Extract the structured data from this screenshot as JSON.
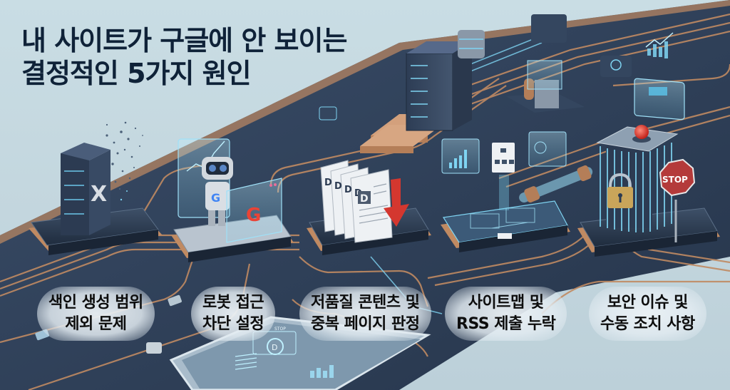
{
  "title": {
    "line1": "내 사이트가 구글에 안 보이는",
    "line2": "결정적인 5가지 원인"
  },
  "causes": [
    {
      "line1": "색인 생성 범위",
      "line2": "제외 문제",
      "icon": "server-with-x-icon",
      "glyph": "X"
    },
    {
      "line1": "로봇 접근",
      "line2": "차단 설정",
      "icon": "robot-with-google-panel-icon",
      "glyph": "G"
    },
    {
      "line1": "저품질 콘텐츠 및",
      "line2": "중복 페이지 판정",
      "icon": "duplicate-documents-down-arrow-icon",
      "glyph": "D"
    },
    {
      "line1": "사이트맵 및",
      "line2": "RSS 제출 누락",
      "icon": "sitemap-document-icon",
      "glyph": ""
    },
    {
      "line1": "보안 이슈 및",
      "line2": "수동 조치 사항",
      "icon": "locked-cage-stop-sign-icon",
      "glyph": "STOP"
    }
  ],
  "decor": {
    "tablet_label": "STOP",
    "tablet_glyph": "D"
  },
  "colors": {
    "background": "#c6d9e0",
    "board": "#2f4058",
    "board_dark": "#253349",
    "copper": "#c08a62",
    "glow": "#7fd4f2",
    "title_text": "#0f2238",
    "alert_red": "#d4372f",
    "lock_gold": "#c9a55a"
  }
}
